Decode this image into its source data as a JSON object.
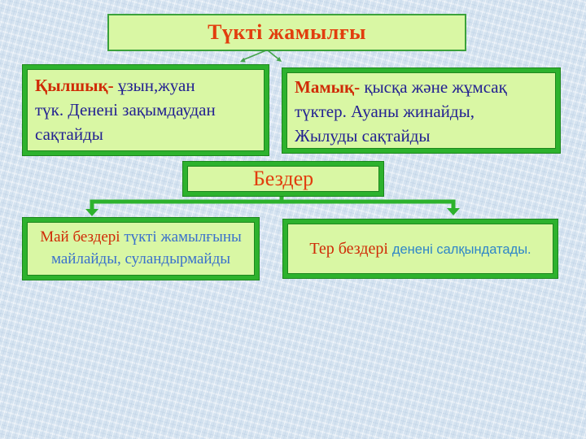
{
  "title": {
    "label": "Түкті жамылғы"
  },
  "hair_boxes": [
    {
      "id": "qylshyq",
      "term": "Қылшық- ",
      "description": "ұзын,жуан түк. Денені зақымдаудан сақтайды"
    },
    {
      "id": "mamyq",
      "term": "Мамық- ",
      "description": "қысқа және жұмсақ түктер. Ауаны жинайды, Жылуды сақтайды"
    }
  ],
  "glands": {
    "header": "Бездер",
    "items": [
      {
        "id": "may",
        "term": "Май бездері ",
        "description": "түкті жамылғыны майлайды, суландырмайды"
      },
      {
        "id": "ter",
        "term": "Тер бездері ",
        "description": "денені салқындатады."
      }
    ]
  },
  "colors": {
    "background": "#d5e3f0",
    "box_fill": "#d9f7a4",
    "box_border_green": "#2db22d",
    "box_border_dark": "#1d871d",
    "title_border_green": "#3ba23b",
    "connector_green": "#2db22d",
    "thin_arrow_green": "#44a44c",
    "heading_red": "#e23d0e",
    "term_red": "#d02b06",
    "body_navy": "#232192",
    "body_blue": "#3a70cc",
    "body_light_blue": "#2f86c8"
  }
}
